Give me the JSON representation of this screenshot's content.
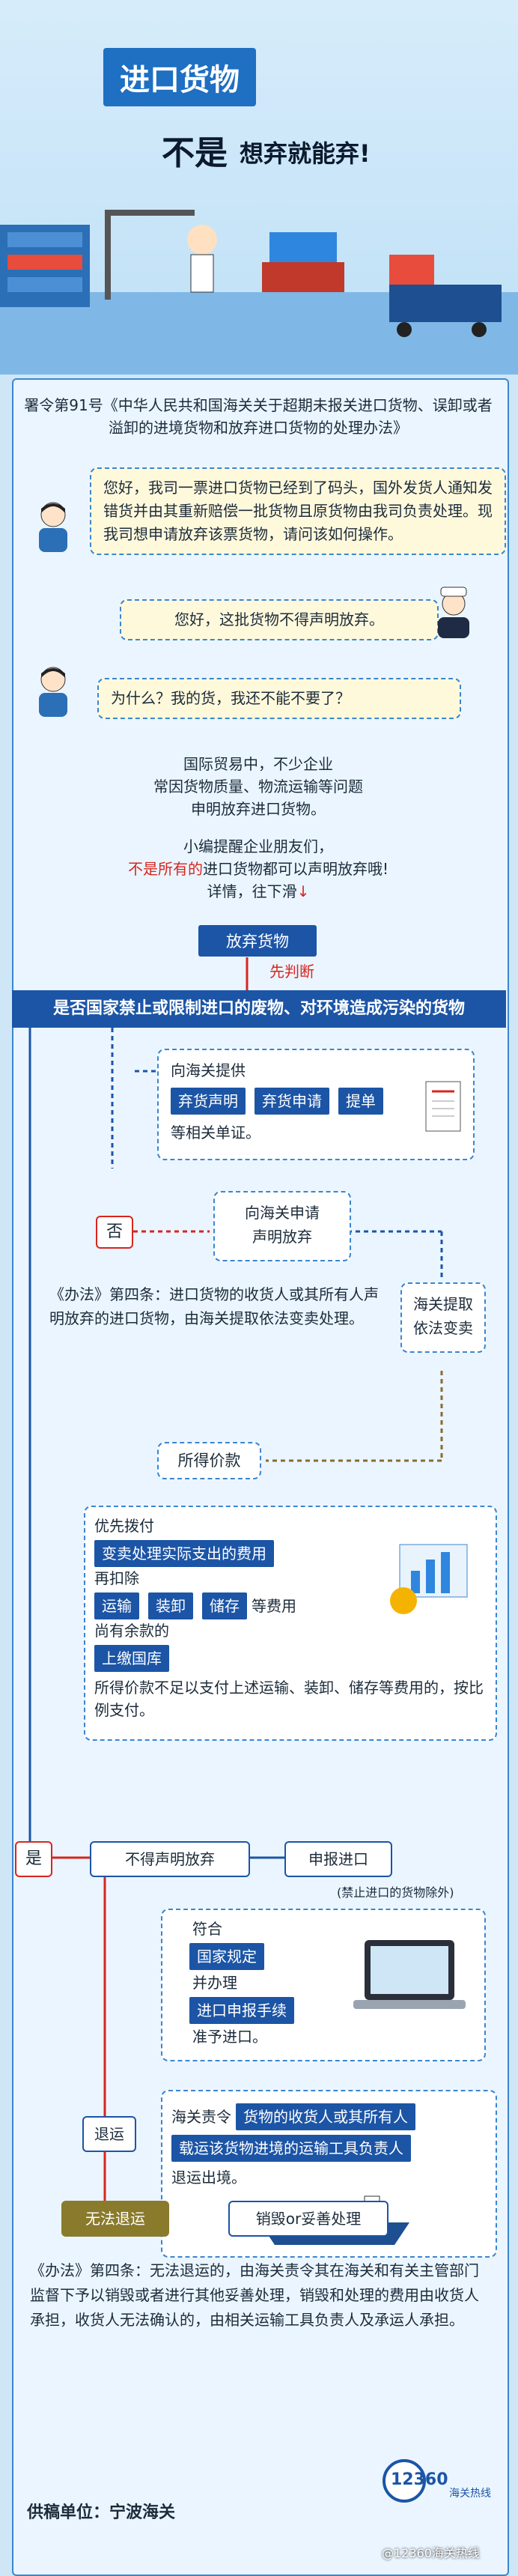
{
  "banner": {
    "title1": "进口货物",
    "title2": "不是",
    "title3": "想弃就能弃!"
  },
  "law": {
    "title": "署令第91号《中华人民共和国海关关于超期未报关进口货物、误卸或者溢卸的进境货物和放弃进口货物的处理办法》"
  },
  "dialog": {
    "q1": "您好，我司一票进口货物已经到了码头，国外发货人通知发错货并由其重新赔偿一批货物且原货物由我司负责处理。现我司想申请放弃该票货物，请问该如何操作。",
    "a1": "您好，这批货物不得声明放弃。",
    "q2": "为什么？我的货，我还不能不要了？"
  },
  "intro": {
    "line1": "国际贸易中，不少企业",
    "line2": "常因货物质量、物流运输等问题",
    "line3": "申明放弃进口货物。",
    "line4": "小编提醒企业朋友们，",
    "line5_red": "不是所有的",
    "line5_rest": "进口货物都可以声明放弃哦!",
    "line6": "详情，往下滑",
    "arrow": "↓"
  },
  "flow": {
    "start": "放弃货物",
    "judge": "先判断",
    "question": "是否国家禁止或限制进口的废物、对环境造成污染的货物",
    "submit_title": "向海关提供",
    "doc1": "弃货声明",
    "doc2": "弃货申请",
    "doc3": "提单",
    "submit_tail": "等相关单证。",
    "no": "否",
    "apply": "向海关申请\n声明放弃",
    "apply_l1": "向海关申请",
    "apply_l2": "声明放弃",
    "article4a": "《办法》第四条：进口货物的收货人或其所有人声明放弃的进口货物，由海关提取依法变卖处理。",
    "customs_take_l1": "海关提取",
    "customs_take_l2": "依法变卖",
    "proceeds": "所得价款",
    "priority": "优先拨付",
    "cost": "变卖处理实际支出的费用",
    "deduct": "再扣除",
    "fee1": "运输",
    "fee2": "装卸",
    "fee3": "储存",
    "fee_tail": "等费用",
    "balance": "尚有余款的",
    "treasury": "上缴国库",
    "insufficient": "所得价款不足以支付上述运输、装卸、储存等费用的，按比例支付。",
    "yes": "是",
    "not_allowed": "不得声明放弃",
    "declare": "申报进口",
    "except": "(禁止进口的货物除外)",
    "meet": "符合",
    "national": "国家规定",
    "and_handle": "并办理",
    "procedure": "进口申报手续",
    "allowed": "准予进口。",
    "return": "退运",
    "customs_order": "海关责令",
    "owner": "货物的收货人或其所有人",
    "carrier": "载运该货物进境的运输工具负责人",
    "exit": "退运出境。",
    "cannot_return": "无法退运",
    "destroy": "销毁or妥善处理",
    "article4b": "《办法》第四条：无法退运的，由海关责令其在海关和有关主管部门监督下予以销毁或者进行其他妥善处理，销毁和处理的费用由收货人承担，收货人无法确认的，由相关运输工具负责人及承运人承担。"
  },
  "footer": {
    "supplier": "供稿单位：宁波海关",
    "logo_num": "12360",
    "logo_text": "海关热线",
    "watermark": "@12360海关热线"
  },
  "colors": {
    "primary": "#1c55a6",
    "accent": "#3b86d0",
    "red": "#d7261e",
    "bubble": "#fff9dc"
  }
}
